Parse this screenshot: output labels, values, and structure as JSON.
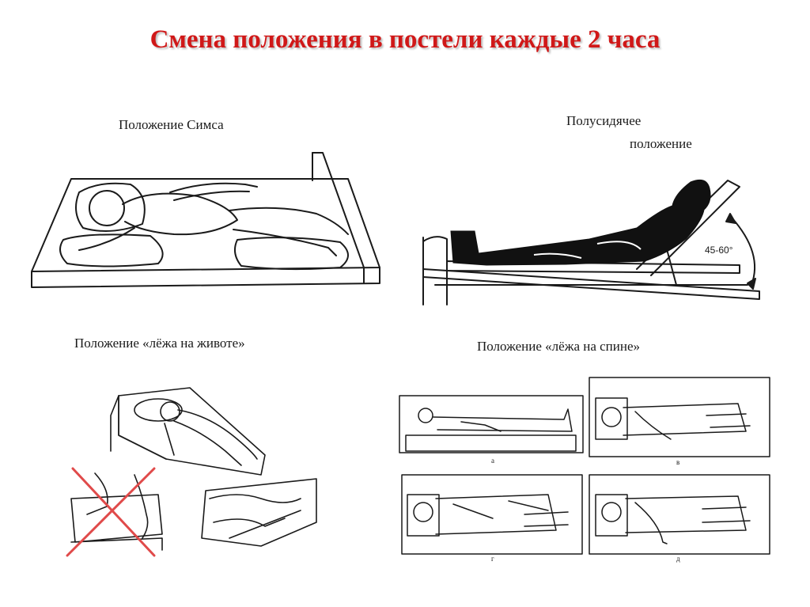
{
  "slide": {
    "title": "Смена положения в постели каждые 2 часа"
  },
  "captions": {
    "sims": "Положение Симса",
    "semi_sitting_line1": "Полусидячее",
    "semi_sitting_line2": "положение",
    "prone": "Положение «лёжа на животе»",
    "supine": "Положение «лёжа на спине»"
  },
  "annotations": {
    "angle": "45-60°",
    "panel_a": "а",
    "panel_b": "в",
    "panel_c": "г",
    "panel_d": "д"
  },
  "colors": {
    "title": "#d01818",
    "cross": "#e04a4a",
    "ink": "#1a1a1a",
    "patient_fill": "#111111"
  },
  "icons": {
    "wrong_mark": "red-cross-icon"
  }
}
